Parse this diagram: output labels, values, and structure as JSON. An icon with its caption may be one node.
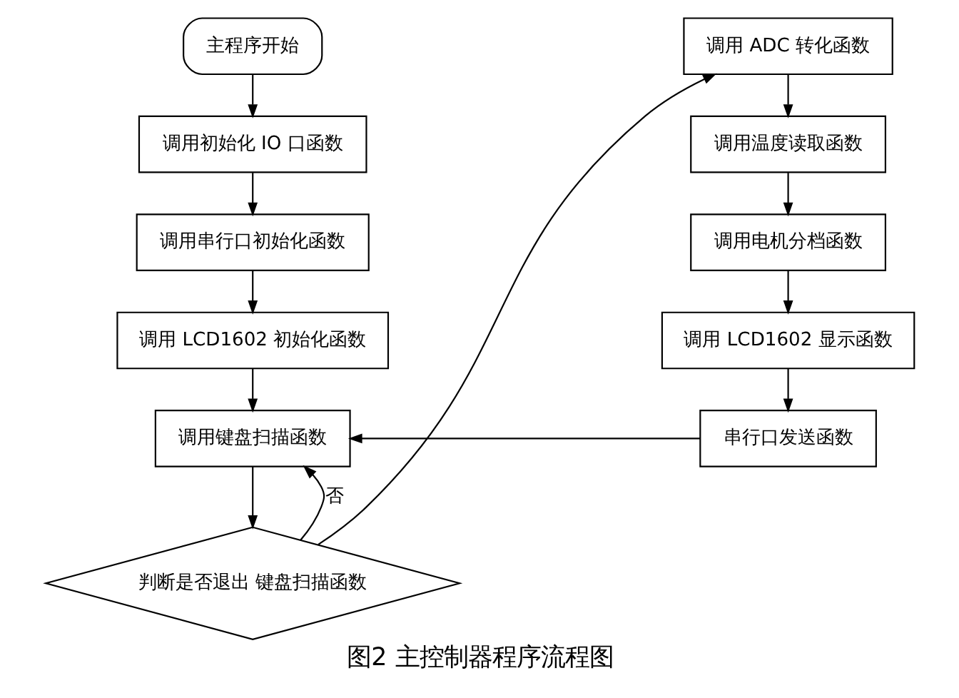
{
  "diagram": {
    "caption": "图2 主控制器程序流程图",
    "nodes": [
      {
        "text": [
          "主程序开始"
        ]
      },
      {
        "text": [
          "调用初始化 IO 口函数"
        ]
      },
      {
        "text": [
          "调用串行口初始化函数"
        ]
      },
      {
        "text": [
          "调用 LCD1602 初始化函数"
        ]
      },
      {
        "text": [
          "调用键盘扫描函数"
        ]
      },
      {
        "text": [
          "判断是否退出 键盘扫描函数"
        ]
      },
      {
        "text": [
          "调用 ADC 转化函数"
        ]
      },
      {
        "text": [
          "调用温度读取函数"
        ]
      },
      {
        "text": [
          "调用电机分档函数"
        ]
      },
      {
        "text": [
          "调用 LCD1602 显示函数"
        ]
      },
      {
        "text": [
          "串行口发送函数"
        ]
      }
    ],
    "edges": [
      {
        "from": 0,
        "to": 1,
        "arrow": "to"
      },
      {
        "from": 1,
        "to": 2,
        "arrow": "to"
      },
      {
        "from": 2,
        "to": 3,
        "arrow": "to"
      },
      {
        "from": 3,
        "to": 4,
        "arrow": "to"
      },
      {
        "from": 4,
        "to": 5,
        "arrow": "to"
      },
      {
        "from": 5,
        "to": 6,
        "arrow": "to"
      },
      {
        "from": 6,
        "to": 7,
        "arrow": "to"
      },
      {
        "from": 7,
        "to": 8,
        "arrow": "to"
      },
      {
        "from": 8,
        "to": 9,
        "arrow": "to"
      },
      {
        "from": 9,
        "to": 10,
        "arrow": "to"
      },
      {
        "from": 5,
        "to": 4,
        "arrow": "to",
        "label": "否"
      },
      {
        "from": 10,
        "to": 4,
        "arrow": "to"
      }
    ]
  }
}
